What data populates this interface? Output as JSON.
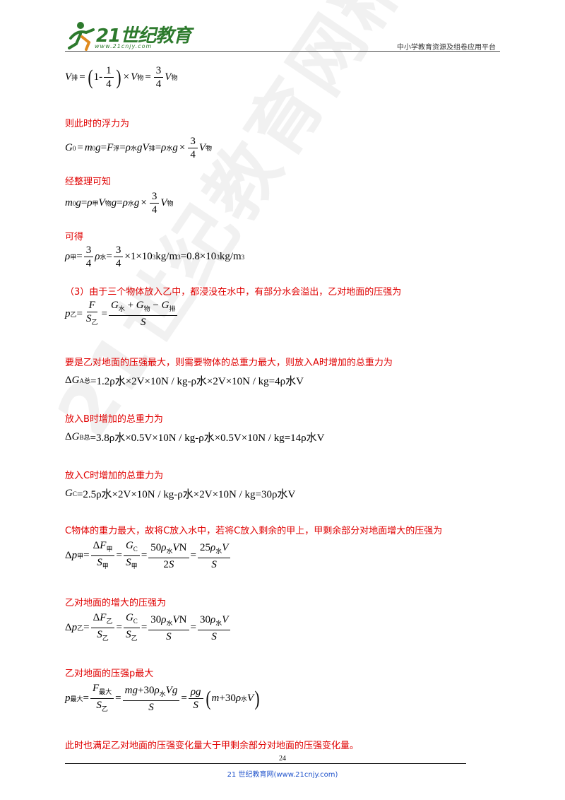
{
  "header": {
    "logo_text": "21世纪教育",
    "logo_url": "www.21cnjy.com",
    "platform": "中小学教育资源及组卷应用平台"
  },
  "watermark": "21世纪教育网精选资料",
  "content": {
    "t_buoyancy": "则此时的浮力为",
    "t_simplify": "经整理可知",
    "t_get": "可得",
    "t_part3": "（3）由于三个物体放入乙中，都浸没在水中，有部分水会溢出，乙对地面的压强为",
    "t_max_weight": "要是乙对地面的压强最大，则需要物体的总重力最大，则放入A时增加的总重力为",
    "t_put_b": "放入B时增加的总重力为",
    "t_put_c": "放入C时增加的总重力为",
    "t_c_heaviest": "C物体的重力最大，故将C放入水中，若将C放入剩余的甲上，甲剩余部分对地面增大的压强为",
    "t_yi_increase": "乙对地面的增大的压强为",
    "t_yi_max": "乙对地面的压强p最大",
    "t_conclusion": "此时也满足乙对地面的压强变化量大于甲剩余部分对地面的压强变化量。",
    "eq_rho_value": "=0.8×10",
    "eq_delta_a": "=1.2ρ水×2V×10N / kg-ρ水×2V×10N / kg=4ρ水V",
    "eq_delta_b": "=3.8ρ水×0.5V×10N / kg-ρ水×0.5V×10N / kg=14ρ水V",
    "eq_gc": "=2.5ρ水×2V×10N / kg-ρ水×2V×10N / kg=30ρ水V"
  },
  "footer": {
    "page_number": "24",
    "site": "21 世纪教育网(www.21cnjy.com)"
  }
}
